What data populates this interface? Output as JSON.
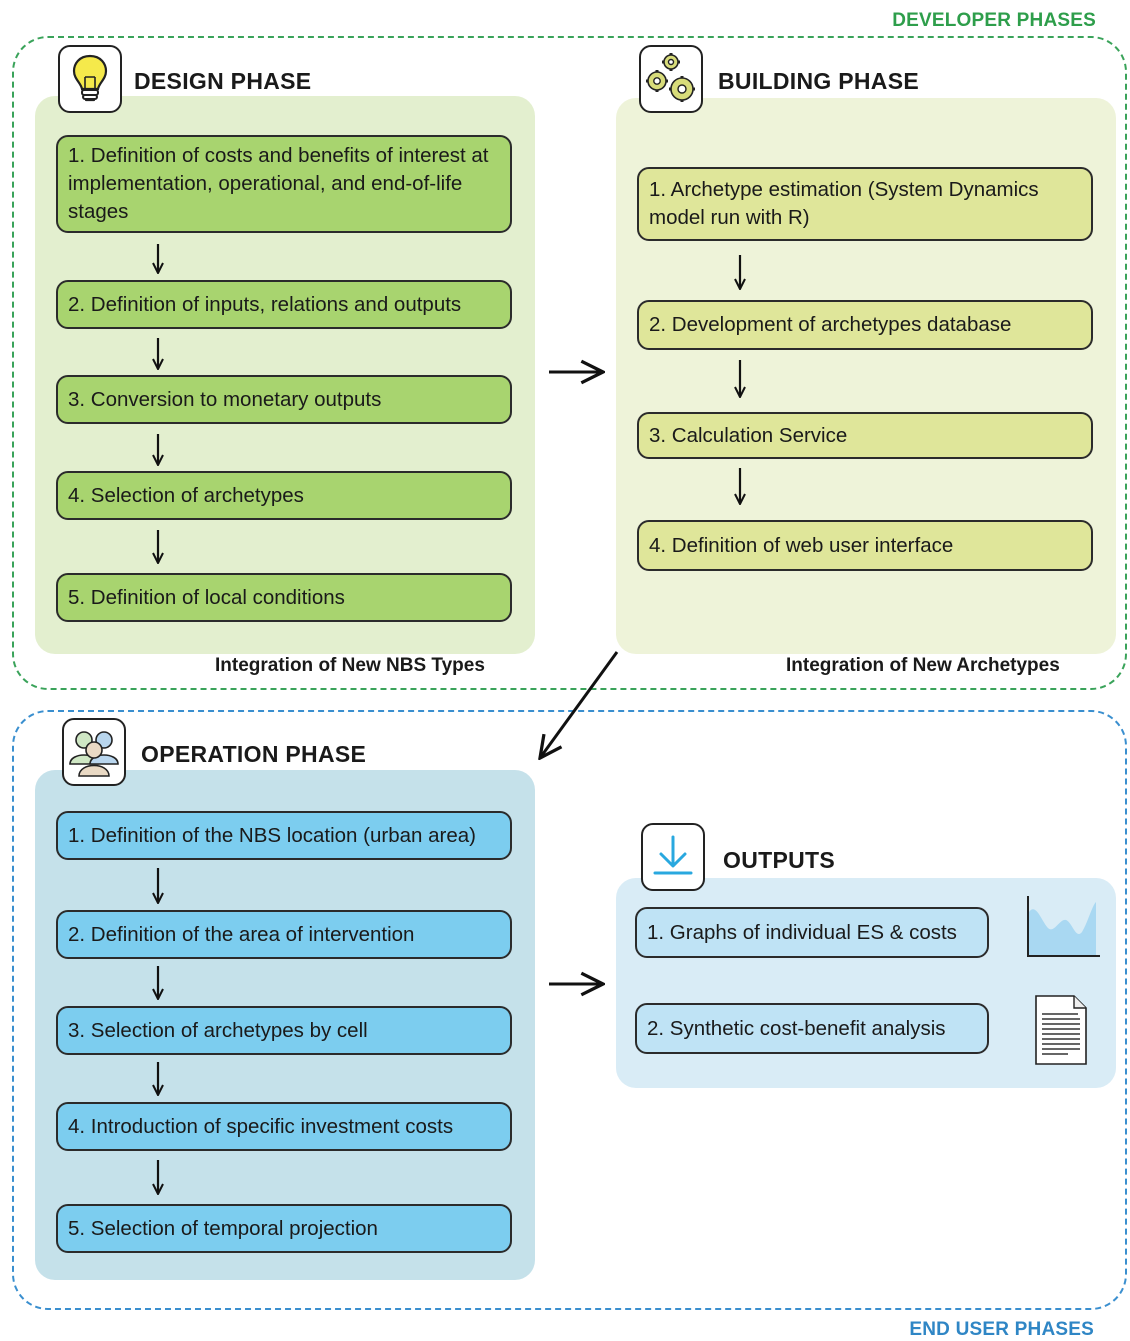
{
  "frames": {
    "developer_label": "DEVELOPER PHASES",
    "end_user_label": "END USER PHASES"
  },
  "design": {
    "title": "DESIGN PHASE",
    "icon": "lightbulb-icon",
    "steps": [
      "1. Definition of costs and benefits of interest at implementation, operational, and end-of-life stages",
      "2. Definition of inputs, relations and outputs",
      "3. Conversion to monetary outputs",
      "4. Selection of archetypes",
      "5. Definition of local conditions"
    ],
    "footer": "Integration of New NBS Types"
  },
  "building": {
    "title": "BUILDING PHASE",
    "icon": "gears-icon",
    "steps": [
      "1. Archetype estimation (System Dynamics model run with R)",
      "2. Development of archetypes database",
      "3. Calculation Service",
      "4. Definition of web user interface"
    ],
    "footer": "Integration of New Archetypes"
  },
  "operation": {
    "title": "OPERATION PHASE",
    "icon": "users-icon",
    "steps": [
      "1. Definition of the NBS location (urban area)",
      "2. Definition of the area of intervention",
      "3. Selection of archetypes by cell",
      "4. Introduction of specific investment costs",
      "5. Selection of temporal projection"
    ]
  },
  "outputs": {
    "title": "OUTPUTS",
    "icon": "download-icon",
    "items": [
      "1. Graphs of individual ES & costs",
      "2. Synthetic cost-benefit analysis"
    ],
    "item_icons": [
      "area-chart-icon",
      "document-icon"
    ]
  },
  "colors": {
    "developer_frame": "#3aa35a",
    "end_user_frame": "#3a8fcf",
    "design_panel": "#e3efcf",
    "design_step": "#a8d46f",
    "building_panel": "#eef3d9",
    "building_step": "#dfe69a",
    "operation_panel": "#c5e1ea",
    "operation_step": "#7ccdef",
    "outputs_panel": "#d9ecf6",
    "outputs_step": "#bfe3f5"
  }
}
